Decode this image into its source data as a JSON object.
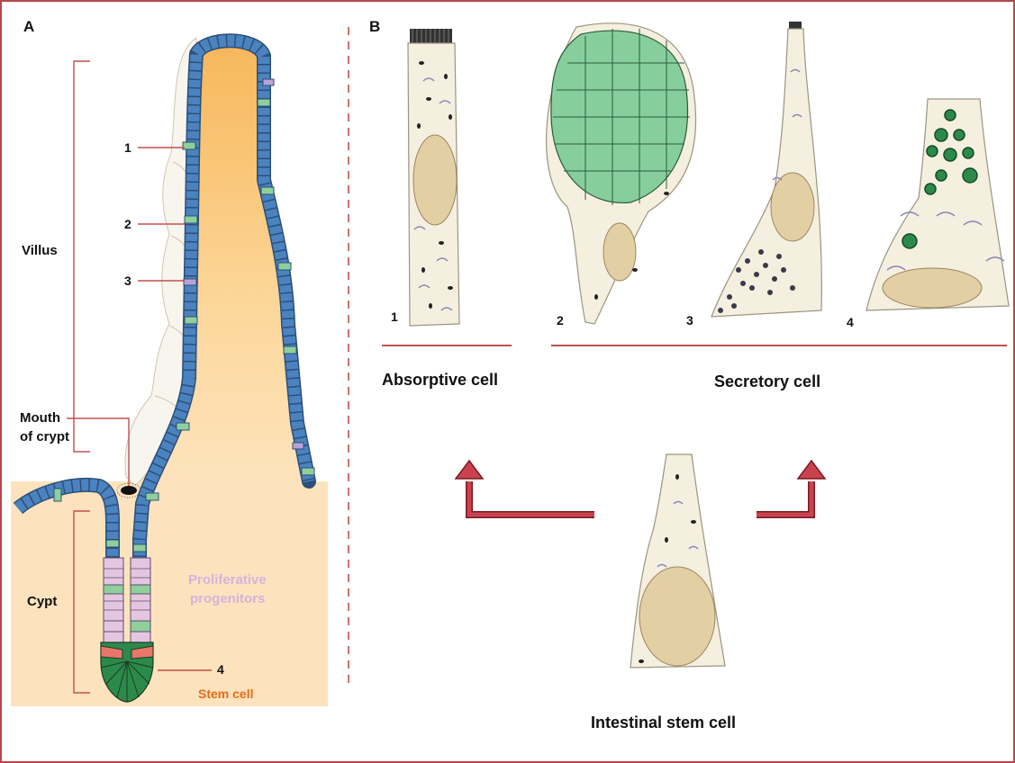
{
  "panel_a": {
    "panel_label": "A",
    "markers": [
      "1",
      "2",
      "3",
      "4"
    ],
    "regions": {
      "villus": "Villus",
      "mouth_line1": "Mouth",
      "mouth_line2": "of crypt",
      "crypt": "Cypt",
      "progenitors_line1": "Proliferative",
      "progenitors_line2": "progenitors",
      "stem_cell": "Stem cell"
    }
  },
  "panel_b": {
    "panel_label": "B",
    "cell_numbers": [
      "1",
      "2",
      "3",
      "4"
    ],
    "groups": {
      "absorptive": "Absorptive cell",
      "secretory": "Secretory cell",
      "stem": "Intestinal stem cell"
    }
  },
  "colors": {
    "frame": "#b5474b",
    "lines": "#c0504d",
    "arrow": "#b5283a",
    "epithelium_blue": "#4a83c0",
    "goblet_green": "#8fcf9b",
    "progenitor_pink": "#e5c6e0",
    "stem_green": "#2b8a4a",
    "paneth_orange": "#e8776a",
    "lamina_orange": "#f6c77a",
    "tissue_cream": "#fde3bd",
    "cell_body": "#f5efe0",
    "nucleus": "#e3cfa4",
    "granule_green": "#86cf9d",
    "stem_label": "#e36c1c",
    "progenitor_label": "#d4b3dd"
  }
}
